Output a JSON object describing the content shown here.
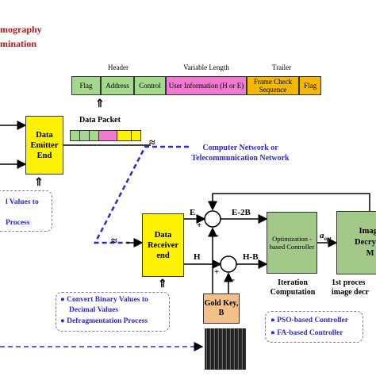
{
  "title": {
    "line1": "mography",
    "line2": "mination"
  },
  "frame": {
    "section_labels": [
      "Header",
      "Variable Length",
      "Trailer"
    ],
    "fields": [
      {
        "label": "Flag",
        "color": "#a3d98a"
      },
      {
        "label": "Address",
        "color": "#a3d98a"
      },
      {
        "label": "Control",
        "color": "#a3d98a"
      },
      {
        "label": "User Information (H or E)",
        "color": "#f07ad0"
      },
      {
        "label": "Frame Check Sequence",
        "color": "#f5b800"
      },
      {
        "label": "Flag",
        "color": "#f5b800"
      }
    ]
  },
  "packet_label": "Data Packet",
  "blocks": {
    "emitter": "Data Emitter End",
    "receiver": "Data Receiver end",
    "optimizer": "Optimization -based Controller",
    "decryption": "Image Decrypti M",
    "gold_key": "Gold Key, B"
  },
  "network_label": [
    "Computer Network or",
    "Telecommunication Network"
  ],
  "signals": {
    "E": "E",
    "H": "H",
    "E2B": "E-2B",
    "HB": "H-B",
    "aopt": "a_opt",
    "plus": "+",
    "minus": "-"
  },
  "left_box": [
    "l Values to",
    "Process"
  ],
  "receiver_steps": [
    "Convert Binary Values to",
    "Decimal Values",
    "Defragmentation Process"
  ],
  "controllers": [
    "PSO-based Controller",
    "FA-based Controller"
  ],
  "iteration_label": [
    "Iteration",
    "Computation"
  ],
  "decrypt_label": [
    "1st proces",
    "image decr"
  ],
  "approx_symbol": "≈",
  "arrow_symbol": "⇑",
  "colors": {
    "yellow": "#fff200",
    "green": "#a3c88a",
    "orange": "#f2c088",
    "blue": "#2b2bc8",
    "title_red": "#b01818"
  }
}
